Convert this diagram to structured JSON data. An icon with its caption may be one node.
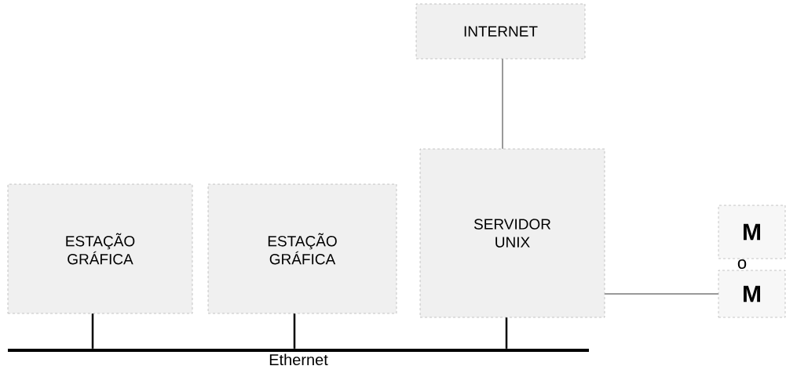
{
  "diagram": {
    "nodes": [
      {
        "text": [
          "INTERNET"
        ]
      },
      {
        "text": [
          "ESTAÇÃO GRÁFICA"
        ]
      },
      {
        "text": [
          "ESTAÇÃO GRÁFICA"
        ]
      },
      {
        "text": [
          "SERVIDOR UNIX"
        ]
      },
      {
        "text": [
          "M"
        ]
      },
      {
        "text": [
          "M"
        ]
      },
      {
        "text": [
          "Ethernet"
        ]
      }
    ],
    "edges": [
      {
        "from": 3,
        "to": 0,
        "arrow": "none"
      },
      {
        "from": 1,
        "to": 6,
        "arrow": "none"
      },
      {
        "from": 2,
        "to": 6,
        "arrow": "none"
      },
      {
        "from": 3,
        "to": 6,
        "arrow": "none"
      },
      {
        "from": 3,
        "to": 5,
        "arrow": "none"
      }
    ],
    "labels": [
      "o"
    ]
  }
}
